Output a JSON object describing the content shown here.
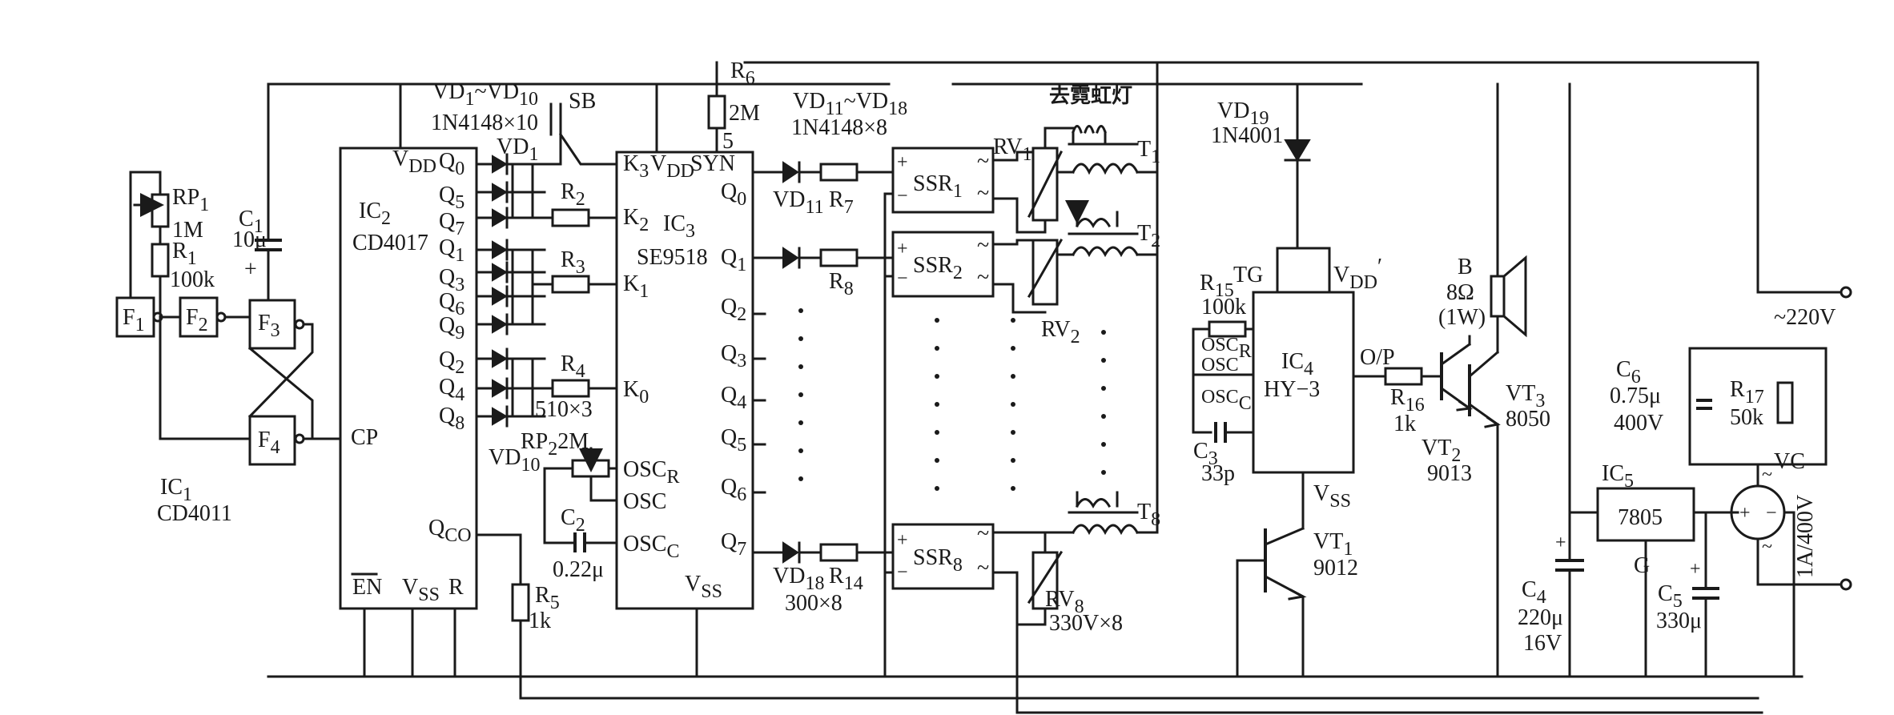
{
  "gates": {
    "ic1_name": "IC",
    "ic1_sub": "1",
    "ic1_part": "CD4011",
    "f1": "F",
    "f1_sub": "1",
    "f2": "F",
    "f2_sub": "2",
    "f3": "F",
    "f3_sub": "3",
    "f4": "F",
    "f4_sub": "4"
  },
  "timing": {
    "rp1": "RP",
    "rp1_sub": "1",
    "rp1_val": "1M",
    "r1": "R",
    "r1_sub": "1",
    "r1_val": "100k",
    "c1": "C",
    "c1_sub": "1",
    "c1_val": "10μ",
    "c1_plus": "+"
  },
  "ic2": {
    "name": "IC",
    "sub": "2",
    "part": "CD4017",
    "vdd": "V",
    "vdd_sub": "DD",
    "cp": "CP",
    "qco": "Q",
    "qco_sub": "CO",
    "en": "EN",
    "vss": "V",
    "vss_sub": "SS",
    "r": "R",
    "outputs": [
      {
        "q": "Q",
        "sub": "0"
      },
      {
        "q": "Q",
        "sub": "5"
      },
      {
        "q": "Q",
        "sub": "7"
      },
      {
        "q": "Q",
        "sub": "1"
      },
      {
        "q": "Q",
        "sub": "3"
      },
      {
        "q": "Q",
        "sub": "6"
      },
      {
        "q": "Q",
        "sub": "9"
      },
      {
        "q": "Q",
        "sub": "2"
      },
      {
        "q": "Q",
        "sub": "4"
      },
      {
        "q": "Q",
        "sub": "8"
      }
    ]
  },
  "diode_matrix": {
    "range": "VD",
    "range_sub1": "1",
    "range_tilde": "~VD",
    "range_sub2": "10",
    "part": "1N4148×10",
    "vd1": "VD",
    "vd1_sub": "1",
    "vd10": "VD",
    "vd10_sub": "10",
    "sb": "SB",
    "r2": "R",
    "r2_sub": "2",
    "r3": "R",
    "r3_sub": "3",
    "r4": "R",
    "r4_sub": "4",
    "r4_val": "510×3",
    "rp2": "RP",
    "rp2_sub": "2",
    "rp2_val": "2M",
    "c2": "C",
    "c2_sub": "2",
    "c2_val": "0.22μ",
    "r5": "R",
    "r5_sub": "5",
    "r5_val": "1k"
  },
  "ic3": {
    "name": "IC",
    "sub": "3",
    "part": "SE9518",
    "k3": "K",
    "k3_sub": "3",
    "vdd": "V",
    "vdd_sub": "DD",
    "syn": "SYN",
    "k2": "K",
    "k2_sub": "2",
    "k1": "K",
    "k1_sub": "1",
    "k0": "K",
    "k0_sub": "0",
    "oscr": "OSC",
    "oscr_sub": "R",
    "osc": "OSC",
    "oscc": "OSC",
    "oscc_sub": "C",
    "vss": "V",
    "vss_sub": "SS",
    "outputs": [
      {
        "q": "Q",
        "sub": "0"
      },
      {
        "q": "Q",
        "sub": "1"
      },
      {
        "q": "Q",
        "sub": "2"
      },
      {
        "q": "Q",
        "sub": "3"
      },
      {
        "q": "Q",
        "sub": "4"
      },
      {
        "q": "Q",
        "sub": "5"
      },
      {
        "q": "Q",
        "sub": "6"
      },
      {
        "q": "Q",
        "sub": "7"
      }
    ]
  },
  "drivers": {
    "r6": "R",
    "r6_sub": "6",
    "r6_val": "2M",
    "pin5": "5",
    "range": "VD",
    "range_sub1": "11",
    "range_tilde": "~VD",
    "range_sub2": "18",
    "part": "1N4148×8",
    "vd11": "VD",
    "vd11_sub": "11",
    "vd18": "VD",
    "vd18_sub": "18",
    "r7": "R",
    "r7_sub": "7",
    "r8": "R",
    "r8_sub": "8",
    "r14": "R",
    "r14_sub": "14",
    "r14_val": "300×8",
    "ssr1": "SSR",
    "ssr1_sub": "1",
    "ssr2": "SSR",
    "ssr2_sub": "2",
    "ssr8": "SSR",
    "ssr8_sub": "8",
    "plus": "+",
    "minus": "−",
    "tilde": "~"
  },
  "lamps": {
    "title": "去霓虹灯",
    "rv1": "RV",
    "rv1_sub": "1",
    "rv2": "RV",
    "rv2_sub": "2",
    "rv8": "RV",
    "rv8_sub": "8",
    "rv8_val": "330V×8",
    "t1": "T",
    "t1_sub": "1",
    "t2": "T",
    "t2_sub": "2",
    "t8": "T",
    "t8_sub": "8"
  },
  "sound": {
    "vd19": "VD",
    "vd19_sub": "19",
    "vd19_part": "1N4001",
    "tg": "TG",
    "vdd": "V",
    "vdd_sub": "DD",
    "vdd_prime": "′",
    "r15": "R",
    "r15_sub": "15",
    "r15_val": "100k",
    "osc_r": "OSC",
    "osc_r_sub": "R",
    "osc": "OSC",
    "osc_c": "OSC",
    "osc_c_sub": "C",
    "c3": "C",
    "c3_sub": "3",
    "c3_val": "33p",
    "ic4": "IC",
    "ic4_sub": "4",
    "ic4_part": "HY−3",
    "op": "O/P",
    "vss": "V",
    "vss_sub": "SS",
    "r16": "R",
    "r16_sub": "16",
    "r16_val": "1k",
    "vt1": "VT",
    "vt1_sub": "1",
    "vt1_part": "9012",
    "vt2": "VT",
    "vt2_sub": "2",
    "vt2_part": "9013",
    "vt3": "VT",
    "vt3_sub": "3",
    "vt3_part": "8050",
    "spk": "B",
    "spk_val": "8Ω",
    "spk_pwr": "(1W)"
  },
  "power": {
    "c4": "C",
    "c4_sub": "4",
    "c4_val": "220μ",
    "c4_v": "16V",
    "ic5": "IC",
    "ic5_sub": "5",
    "ic5_part": "7805",
    "g": "G",
    "c5": "C",
    "c5_sub": "5",
    "c5_val": "330μ",
    "c6": "C",
    "c6_sub": "6",
    "c6_val": "0.75μ",
    "c6_v": "400V",
    "r17": "R",
    "r17_sub": "17",
    "r17_val": "50k",
    "vc": "VC",
    "vc_val": "1A/400V",
    "mains": "~220V",
    "plus": "+",
    "minus": "−",
    "tilde": "~"
  }
}
